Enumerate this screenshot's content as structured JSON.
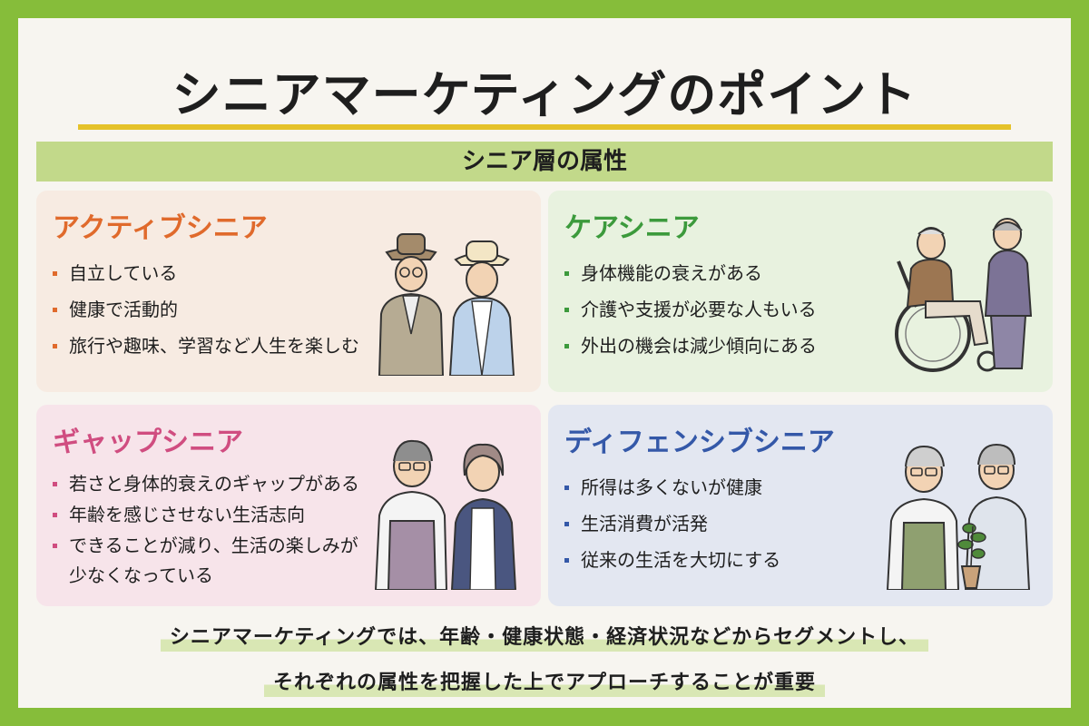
{
  "title": "シニアマーケティングのポイント",
  "section_heading": "シニア層の属性",
  "colors": {
    "frame": "#86bd3a",
    "title_rule": "#e5c22a",
    "band": "#c2d98a"
  },
  "cards": [
    {
      "title": "アクティブシニア",
      "title_color": "#e06a2c",
      "bg_color": "#f7ebe2",
      "items": [
        "自立している",
        "健康で活動的",
        "旅行や趣味、学習など人生を楽しむ"
      ],
      "illustration": "active-senior-couple-illustration"
    },
    {
      "title": "ケアシニア",
      "title_color": "#3c9a3c",
      "bg_color": "#e8f2df",
      "items": [
        "身体機能の衰えがある",
        "介護や支援が必要な人もいる",
        "外出の機会は減少傾向にある"
      ],
      "illustration": "wheelchair-care-illustration"
    },
    {
      "title": "ギャップシニア",
      "title_color": "#d04d80",
      "bg_color": "#f7e4ea",
      "items": [
        "若さと身体的衰えのギャップがある",
        "年齢を感じさせない生活志向",
        "できることが減り、生活の楽しみが",
        "少なくなっている"
      ],
      "illustration": "worried-senior-couple-illustration"
    },
    {
      "title": "ディフェンシブシニア",
      "title_color": "#3458a8",
      "bg_color": "#e3e7f1",
      "items": [
        "所得は多くないが健康",
        "生活消費が活発",
        "従来の生活を大切にする"
      ],
      "illustration": "senior-men-with-plant-illustration"
    }
  ],
  "summary": {
    "line1": "シニアマーケティングでは、年齢・健康状態・経済状況などからセグメントし、",
    "line2": "それぞれの属性を把握した上でアプローチすることが重要"
  }
}
